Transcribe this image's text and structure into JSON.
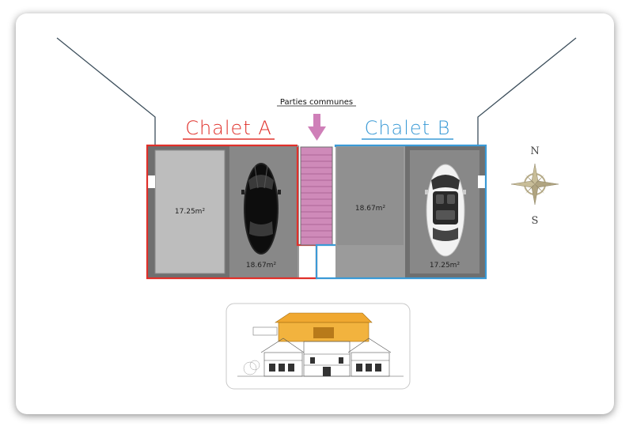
{
  "common": {
    "label": "Parties communes",
    "color": "#cf7fb8"
  },
  "chalet_a": {
    "title": "Chalet A",
    "color": "#e0302a",
    "room_area": "17.25m²",
    "garage_area": "18.67m²"
  },
  "chalet_b": {
    "title": "Chalet B",
    "color": "#3a9ad6",
    "room_area": "18.67m²",
    "garage_area": "17.25m²"
  },
  "compass": {
    "north": "N",
    "south": "S"
  },
  "icons": {
    "car_a": "black-car-topview-icon",
    "car_b": "white-car-topview-icon",
    "arrow": "down-arrow-icon",
    "compass": "compass-rose-icon",
    "building": "building-elevation-illustration"
  }
}
